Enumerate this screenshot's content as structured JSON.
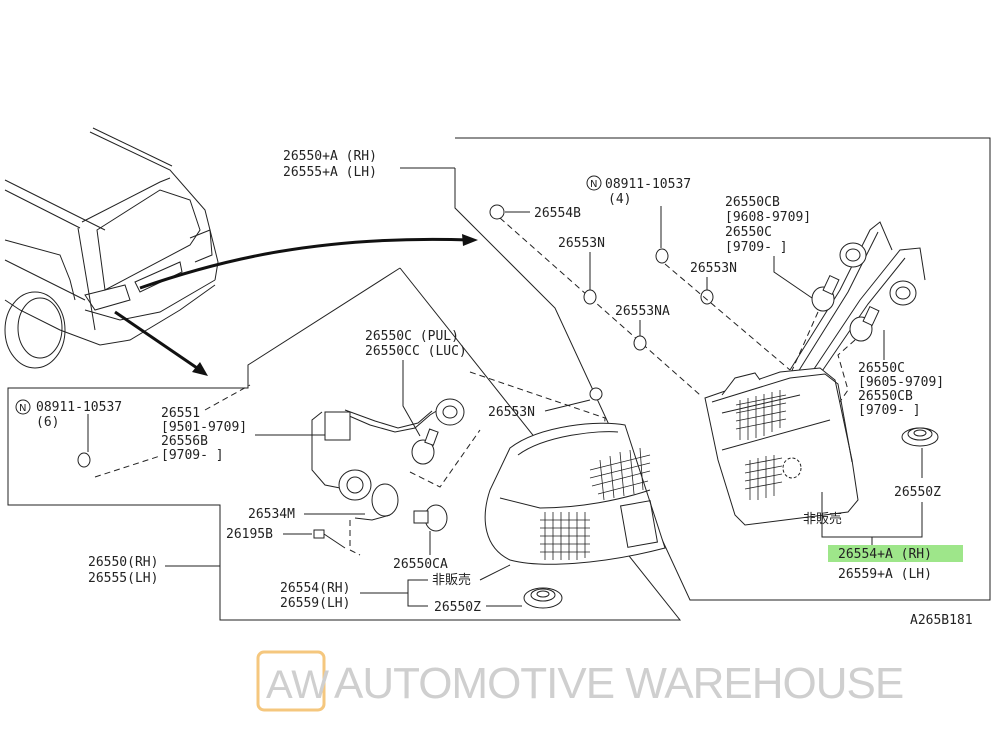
{
  "diagram": {
    "drawing_id": "A265B181",
    "watermark": {
      "logo": "AW",
      "text": "AUTOMOTIVE WAREHOUSE",
      "logo_color": "#f5c77e"
    },
    "highlight_color": "#9ee68a",
    "callouts": {
      "inner_lamp_assembly": {
        "rh": "26550+A (RH)",
        "lh": "26555+A (LH)"
      },
      "nut_upper": {
        "prefix": "N",
        "part": "08911-10537",
        "qty": "(4)"
      },
      "bushing_54b": "26554B",
      "grommet_a": "26553N",
      "grommet_b": "26553N",
      "grommet_na": "26553NA",
      "socket_upper": {
        "l1": "26550CB",
        "l2": "[9608-9709]",
        "l3": "26550C",
        "l4": "[9709-    ]"
      },
      "socket_lower": {
        "l1": "26550C",
        "l2": "[9605-9709]",
        "l3": "26550CB",
        "l4": "[9709-    ]"
      },
      "packing_right": "26550Z",
      "not_sold_right": "非販売",
      "lens_right": {
        "rh": "26554+A (RH)",
        "lh": "26559+A (LH)"
      },
      "nut_lower": {
        "prefix": "N",
        "part": "08911-10537",
        "qty": "(6)"
      },
      "harness": {
        "l1": "26551",
        "l2": "[9501-9709]",
        "l3": "26556B",
        "l4": "[9709-    ]"
      },
      "socket_left": {
        "l1": "26550C  (PUL)",
        "l2": "26550CC (LUC)"
      },
      "grommet_c": "26553N",
      "bracket": "26534M",
      "screw": "26195B",
      "bulb": "26550CA",
      "outer_lamp_assembly": {
        "rh": "26550(RH)",
        "lh": "26555(LH)"
      },
      "lens_left": {
        "rh": "26554(RH)",
        "lh": "26559(LH)"
      },
      "not_sold_left": "非販売",
      "packing_left": "26550Z"
    }
  }
}
